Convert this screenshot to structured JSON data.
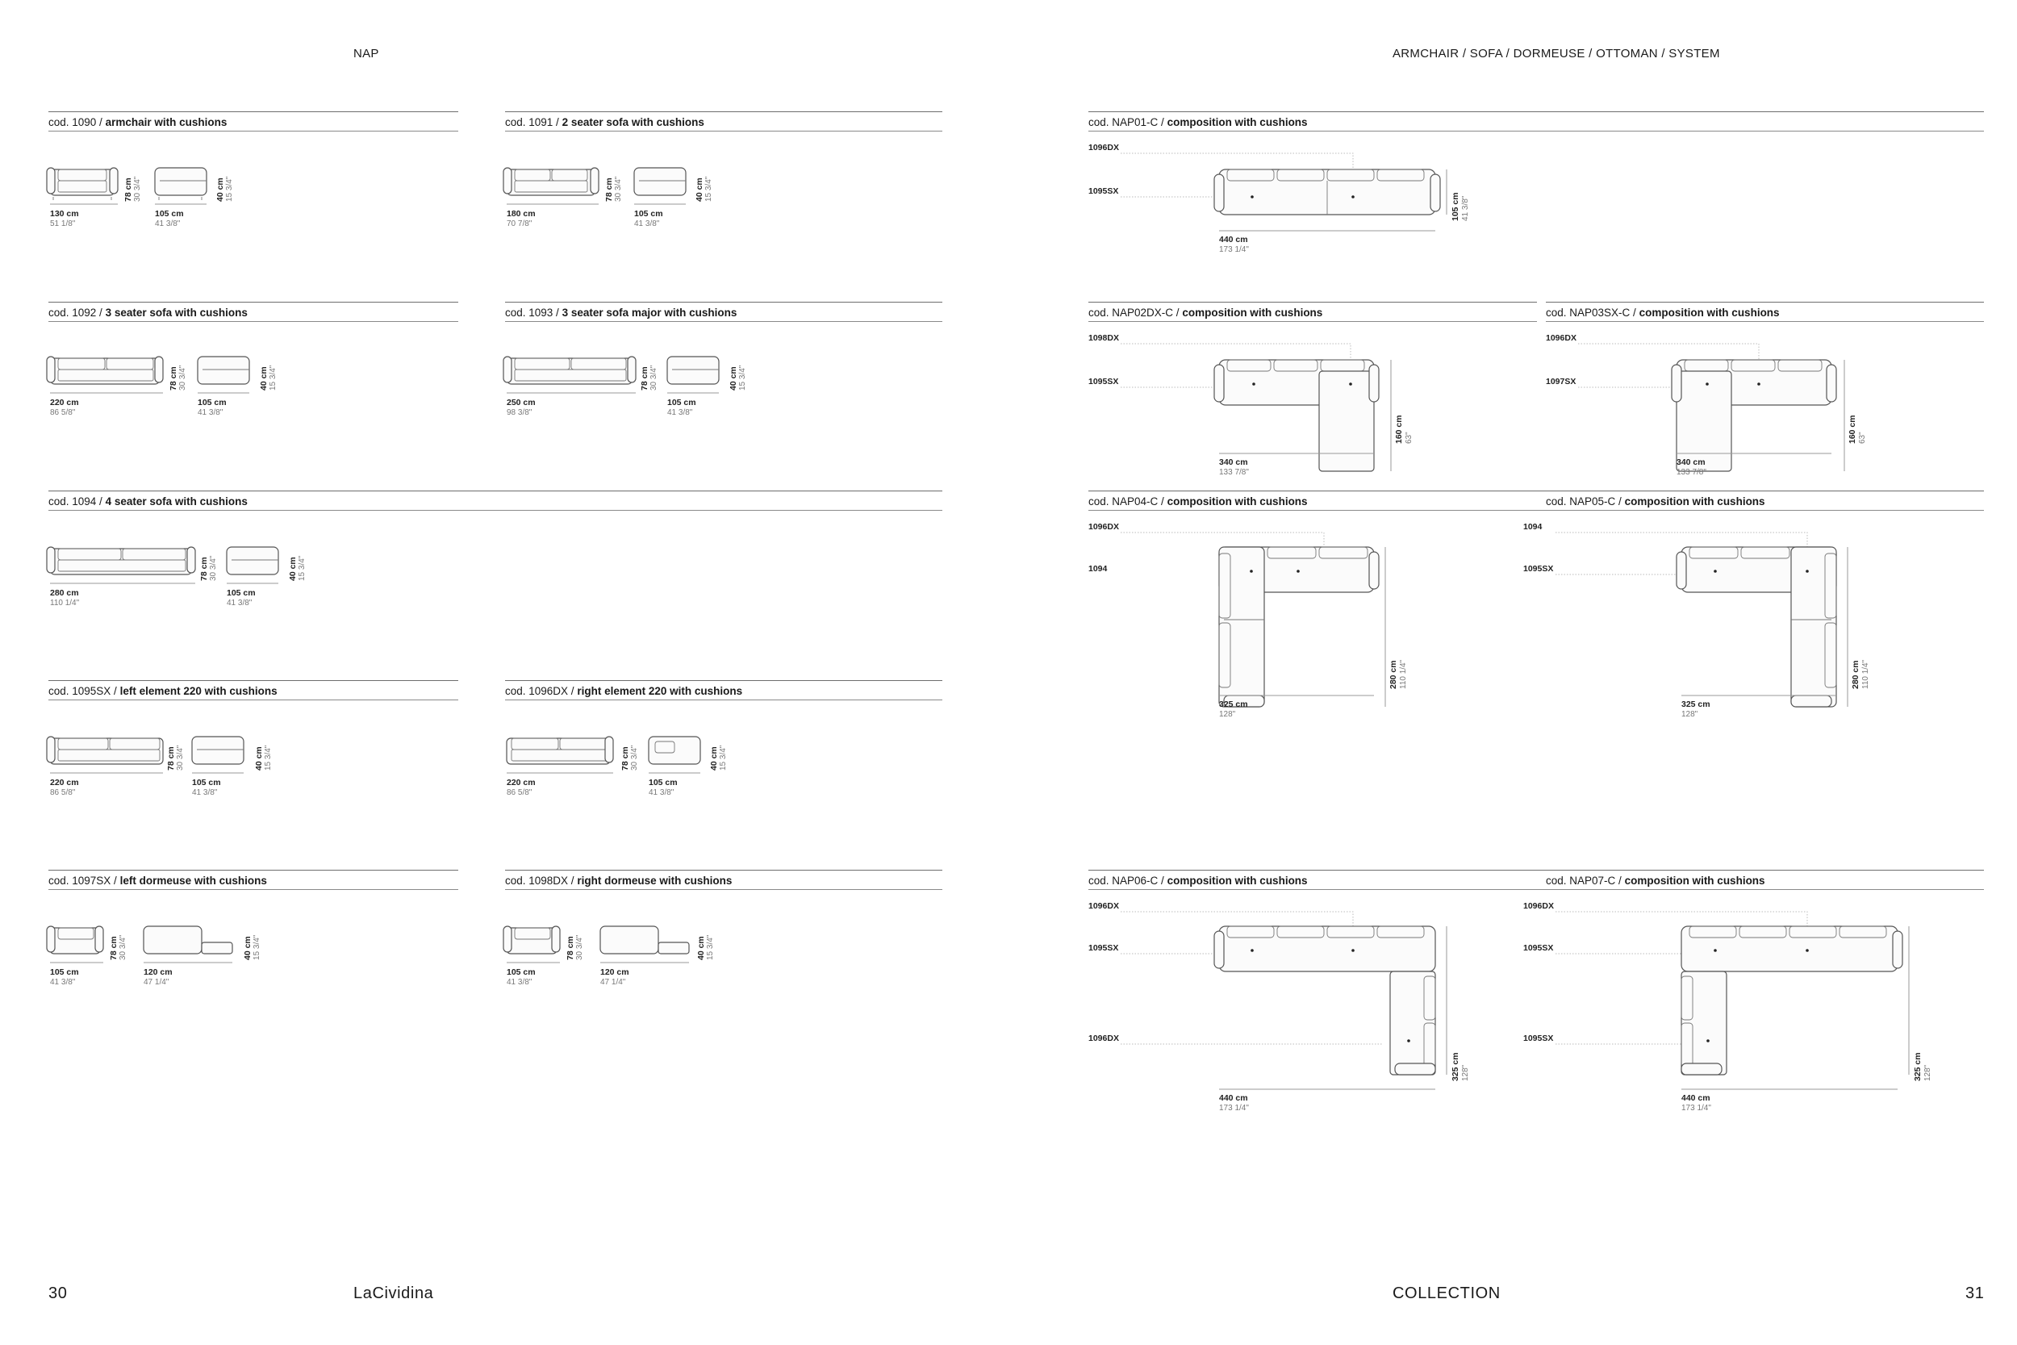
{
  "header": {
    "left": "NAP",
    "right": "ARMCHAIR / SOFA / DORMEUSE / OTTOMAN / SYSTEM"
  },
  "footer": {
    "page_left": "30",
    "brand": "LaCividina",
    "collection": "COLLECTION",
    "page_right": "31"
  },
  "left_sections": [
    {
      "code": "cod. 1090 /",
      "title": "armchair with cushions",
      "width": "130 cm",
      "width_in": "51 1/8\"",
      "height": "78 cm",
      "height_in": "30 3/4\"",
      "depth": "105 cm",
      "depth_in": "41 3/8\"",
      "seat": "40 cm",
      "seat_in": "15 3/4\""
    },
    {
      "code": "cod. 1091 /",
      "title": "2 seater sofa with cushions",
      "width": "180 cm",
      "width_in": "70 7/8\"",
      "height": "78 cm",
      "height_in": "30 3/4\"",
      "depth": "105 cm",
      "depth_in": "41 3/8\"",
      "seat": "40 cm",
      "seat_in": "15 3/4\""
    },
    {
      "code": "cod. 1092 /",
      "title": "3 seater sofa with cushions",
      "width": "220 cm",
      "width_in": "86 5/8\"",
      "height": "78 cm",
      "height_in": "30 3/4\"",
      "depth": "105 cm",
      "depth_in": "41 3/8\"",
      "seat": "40 cm",
      "seat_in": "15 3/4\""
    },
    {
      "code": "cod. 1093 /",
      "title": "3 seater sofa major with cushions",
      "width": "250 cm",
      "width_in": "98 3/8\"",
      "height": "78 cm",
      "height_in": "30 3/4\"",
      "depth": "105 cm",
      "depth_in": "41 3/8\"",
      "seat": "40 cm",
      "seat_in": "15 3/4\""
    },
    {
      "code": "cod. 1094 /",
      "title": "4 seater sofa with cushions",
      "width": "280 cm",
      "width_in": "110 1/4\"",
      "height": "78 cm",
      "height_in": "30 3/4\"",
      "depth": "105 cm",
      "depth_in": "41 3/8\"",
      "seat": "40 cm",
      "seat_in": "15 3/4\""
    },
    {
      "code": "cod. 1095SX /",
      "title": "left element 220 with cushions",
      "width": "220 cm",
      "width_in": "86 5/8\"",
      "height": "78 cm",
      "height_in": "30 3/4\"",
      "depth": "105 cm",
      "depth_in": "41 3/8\"",
      "seat": "40 cm",
      "seat_in": "15 3/4\""
    },
    {
      "code": "cod. 1096DX /",
      "title": "right element 220 with cushions",
      "width": "220 cm",
      "width_in": "86 5/8\"",
      "height": "78 cm",
      "height_in": "30 3/4\"",
      "depth": "105 cm",
      "depth_in": "41 3/8\"",
      "seat": "40 cm",
      "seat_in": "15 3/4\""
    },
    {
      "code": "cod. 1097SX /",
      "title": "left dormeuse with cushions",
      "width": "105 cm",
      "width_in": "41 3/8\"",
      "height": "78 cm",
      "height_in": "30 3/4\"",
      "depth": "120 cm",
      "depth_in": "47 1/4\"",
      "seat": "40 cm",
      "seat_in": "15 3/4\""
    },
    {
      "code": "cod. 1098DX /",
      "title": "right dormeuse with cushions",
      "width": "105 cm",
      "width_in": "41 3/8\"",
      "height": "78 cm",
      "height_in": "30 3/4\"",
      "depth": "120 cm",
      "depth_in": "47 1/4\"",
      "seat": "40 cm",
      "seat_in": "15 3/4\""
    }
  ],
  "right_sections": [
    {
      "code": "cod. NAP01-C /",
      "title": "composition with cushions",
      "labels": [
        "1096DX",
        "1095SX"
      ],
      "width": "440 cm",
      "width_in": "173 1/4\"",
      "depth": "105 cm",
      "depth_in": "41 3/8\""
    },
    {
      "code": "cod. NAP02DX-C /",
      "title": "composition with cushions",
      "labels": [
        "1098DX",
        "1095SX"
      ],
      "width": "340 cm",
      "width_in": "133 7/8\"",
      "depth": "160 cm",
      "depth_in": "63\""
    },
    {
      "code": "cod. NAP03SX-C /",
      "title": "composition with cushions",
      "labels": [
        "1096DX",
        "1097SX"
      ],
      "width": "340 cm",
      "width_in": "133 7/8\"",
      "depth": "160 cm",
      "depth_in": "63\""
    },
    {
      "code": "cod. NAP04-C /",
      "title": "composition with cushions",
      "labels": [
        "1096DX",
        "1094"
      ],
      "width": "325 cm",
      "width_in": "128\"",
      "depth": "280 cm",
      "depth_in": "110 1/4\""
    },
    {
      "code": "cod. NAP05-C /",
      "title": "composition with cushions",
      "labels": [
        "1094",
        "1095SX"
      ],
      "width": "325 cm",
      "width_in": "128\"",
      "depth": "280 cm",
      "depth_in": "110 1/4\""
    },
    {
      "code": "cod. NAP06-C /",
      "title": "composition with cushions",
      "labels": [
        "1096DX",
        "1095SX",
        "1096DX"
      ],
      "width": "440 cm",
      "width_in": "173 1/4\"",
      "depth": "325 cm",
      "depth_in": "128\""
    },
    {
      "code": "cod. NAP07-C /",
      "title": "composition with cushions",
      "labels": [
        "1096DX",
        "1095SX",
        "1095SX"
      ],
      "width": "440 cm",
      "width_in": "173 1/4\"",
      "depth": "325 cm",
      "depth_in": "128\""
    }
  ]
}
